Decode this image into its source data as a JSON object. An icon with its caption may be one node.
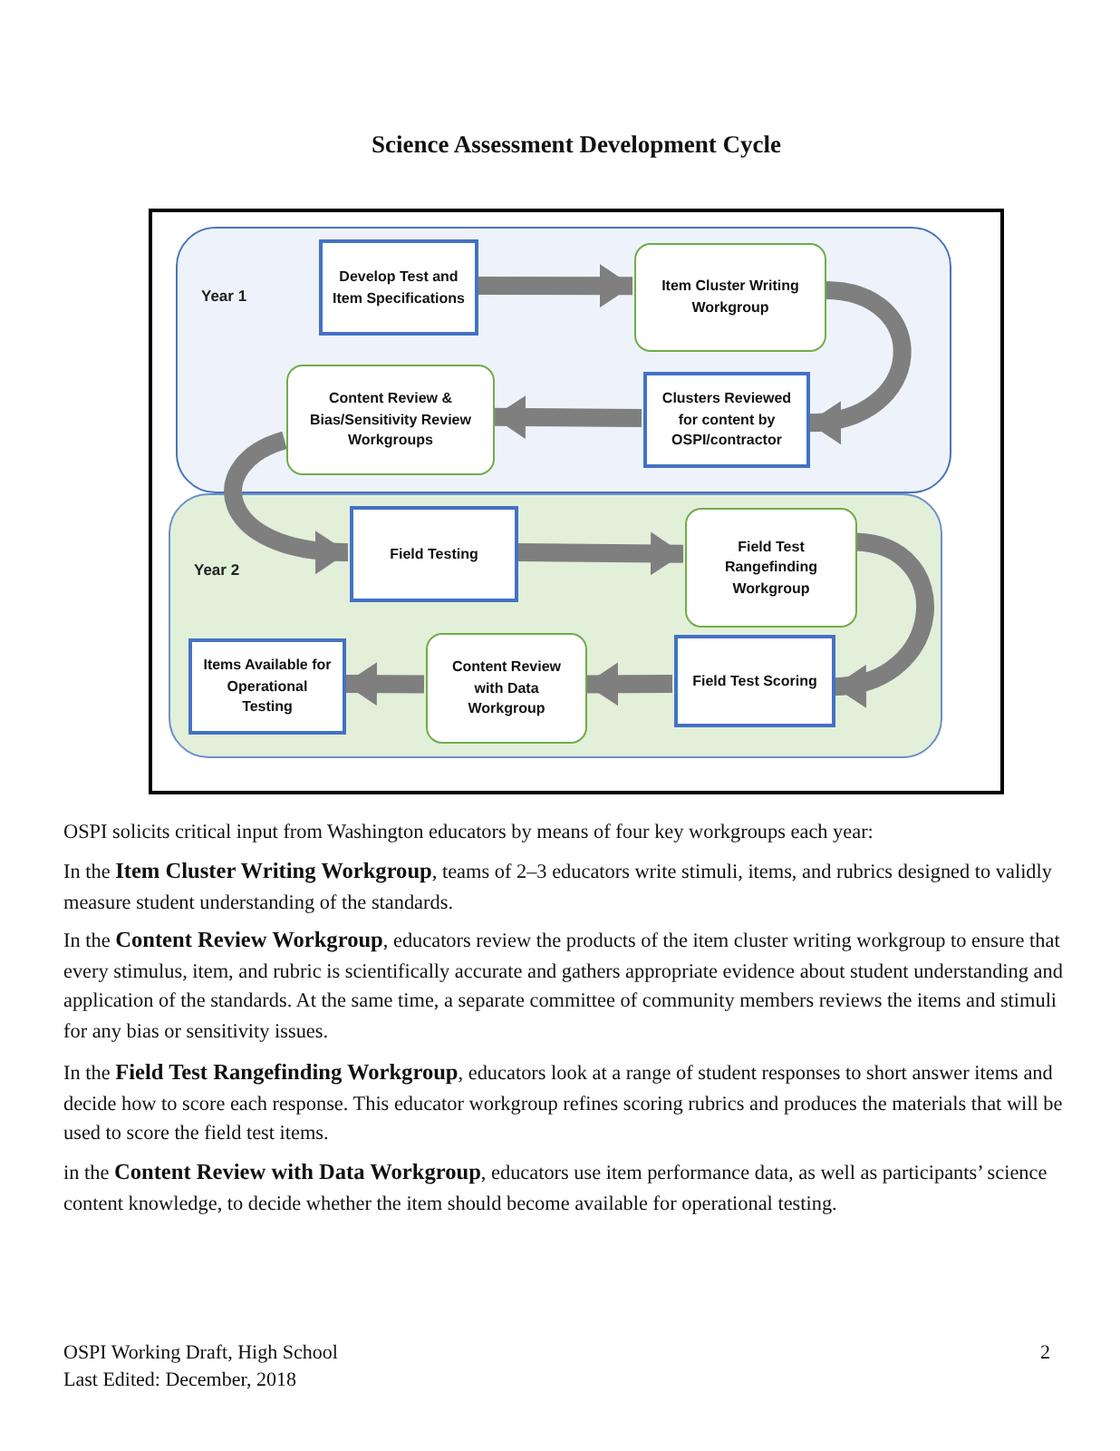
{
  "diagram": {
    "title": "Science Assessment Development Cycle",
    "nodes": [
      {
        "text": [
          "Year 1"
        ]
      },
      {
        "text": [
          "Develop Test and Item Specifications"
        ],
        "in": 0
      },
      {
        "text": [
          "Item Cluster Writing Workgroup"
        ],
        "in": 0
      },
      {
        "text": [
          "Clusters Reviewed for content by OSPI/contractor"
        ],
        "in": 0
      },
      {
        "text": [
          "Content Review & Bias/Sensitivity Review Workgroups"
        ],
        "in": 0
      },
      {
        "text": [
          "Year 2"
        ]
      },
      {
        "text": [
          "Field Testing"
        ],
        "in": 5
      },
      {
        "text": [
          "Field Test Rangefinding Workgroup"
        ],
        "in": 5
      },
      {
        "text": [
          "Field Test Scoring"
        ],
        "in": 5
      },
      {
        "text": [
          "Content Review with Data Workgroup"
        ],
        "in": 5
      },
      {
        "text": [
          "Items Available for Operational Testing"
        ],
        "in": 5
      }
    ],
    "edges": [
      {
        "from": 1,
        "to": 2,
        "arrow": "to"
      },
      {
        "from": 2,
        "to": 3,
        "arrow": "to"
      },
      {
        "from": 3,
        "to": 4,
        "arrow": "to"
      },
      {
        "from": 4,
        "to": 6,
        "arrow": "to"
      },
      {
        "from": 6,
        "to": 7,
        "arrow": "to"
      },
      {
        "from": 7,
        "to": 8,
        "arrow": "to"
      },
      {
        "from": 8,
        "to": 9,
        "arrow": "to"
      },
      {
        "from": 9,
        "to": 10,
        "arrow": "to"
      }
    ],
    "labels": [
      "OSPI solicits critical input from Washington educators by means of four key workgroups each year:",
      "In the **Item Cluster Writing Workgroup**, teams of 2–3 educators write stimuli, items, and rubrics designed to validly measure student understanding of the standards.",
      "In the **Content Review Workgroup**, educators review the products of the item cluster writing workgroup to ensure that every stimulus, item, and rubric is scientifically accurate and gathers appropriate evidence about student understanding and application of the standards. At the same time, a separate committee of community members reviews the items and stimuli for any bias or sensitivity issues.",
      "In the **Field Test Rangefinding Workgroup**, educators look at a range of student responses to short answer items and decide how to score each response. This educator workgroup refines scoring rubrics and produces the materials that will be used to score the field test items.",
      "in the **Content Review with Data Workgroup**, educators use item performance data, as well as participants’ science content knowledge, to decide whether the item should become available for operational testing.",
      "OSPI Working Draft, High School",
      "2",
      "Last Edited: December, 2018"
    ]
  }
}
